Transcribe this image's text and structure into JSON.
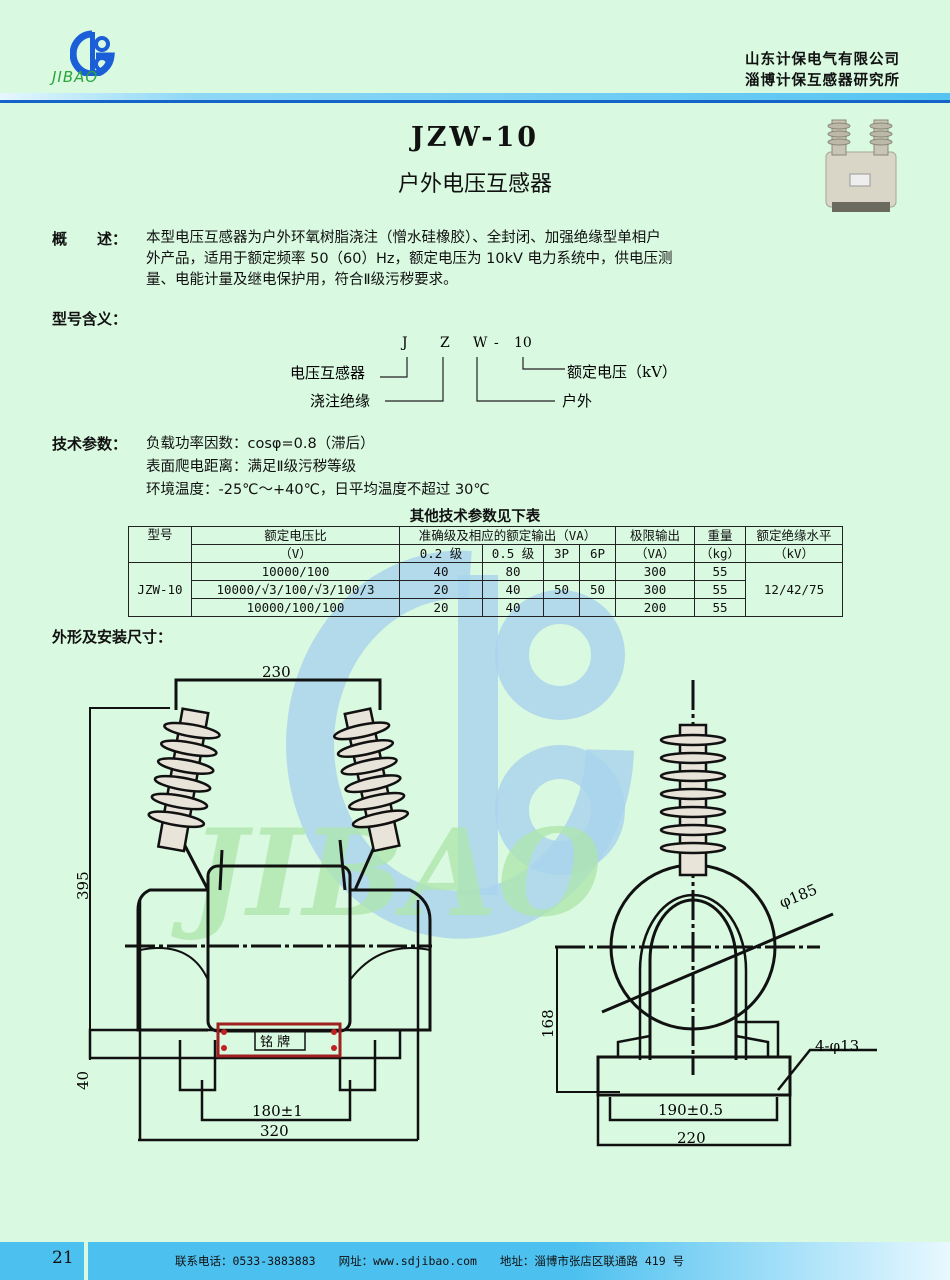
{
  "header": {
    "logo_text": "JIBAO",
    "company_line1": "山东计保电气有限公司",
    "company_line2": "淄博计保互感器研究所"
  },
  "product": {
    "model": "JZW-10",
    "name": "户外电压互感器"
  },
  "overview": {
    "label": "概　　述：",
    "lines": [
      "本型电压互感器为户外环氧树脂浇注（憎水硅橡胶）、全封闭、加强绝缘型单相户",
      "外产品，适用于额定频率 50（60）Hz，额定电压为 10kV 电力系统中，供电压测",
      "量、电能计量及继电保护用，符合Ⅱ级污秽要求。"
    ]
  },
  "model_meaning": {
    "label": "型号含义：",
    "letters": [
      "J",
      "Z",
      "W",
      "-",
      "10"
    ],
    "items": {
      "J": "电压互感器",
      "Z": "浇注绝缘",
      "W": "户外",
      "10": "额定电压（kV）"
    }
  },
  "tech": {
    "label": "技术参数：",
    "lines": [
      "负载功率因数：cosφ=0.8（滞后）",
      "表面爬电距离：满足Ⅱ级污秽等级",
      "环境温度：-25℃～+40℃，日平均温度不超过 30℃"
    ]
  },
  "table": {
    "title": "其他技术参数见下表",
    "headers": {
      "model": "型号",
      "ratio": "额定电压比",
      "ratio_unit": "（V）",
      "accuracy": "准确级及相应的额定输出（VA）",
      "c02": "0.2 级",
      "c05": "0.5 级",
      "c3p": "3P",
      "c6p": "6P",
      "limit": "极限输出",
      "limit_unit": "（VA）",
      "weight": "重量",
      "weight_unit": "（kg）",
      "insul": "额定绝缘水平",
      "insul_unit": "（kV）"
    },
    "model": "JZW-10",
    "insulation": "12/42/75",
    "rows": [
      {
        "ratio": "10000/100",
        "c02": "40",
        "c05": "80",
        "c3p": "",
        "c6p": "",
        "limit": "300",
        "weight": "55"
      },
      {
        "ratio": "10000/√3/100/√3/100/3",
        "c02": "20",
        "c05": "40",
        "c3p": "50",
        "c6p": "50",
        "limit": "300",
        "weight": "55"
      },
      {
        "ratio": "10000/100/100",
        "c02": "20",
        "c05": "40",
        "c3p": "",
        "c6p": "",
        "limit": "200",
        "weight": "55"
      }
    ]
  },
  "dimensions": {
    "label": "外形及安装尺寸：",
    "front": {
      "top_width": "230",
      "height": "395",
      "base_height": "40",
      "nameplate": "铭 牌",
      "mount": "180±1",
      "width": "320"
    },
    "side": {
      "diameter": "φ185",
      "height": "168",
      "holes": "4-φ13",
      "mount": "190±0.5",
      "width": "220"
    }
  },
  "footer": {
    "page": "21",
    "contact": "联系电话：0533-3883883　　网址：www.sdjibao.com　　地址：淄博市张店区联通路 419 号"
  },
  "colors": {
    "background": "#d9f9e0",
    "accent": "#1565c8",
    "footer": "#4cc0ef",
    "logo_green": "#2aa53a"
  }
}
